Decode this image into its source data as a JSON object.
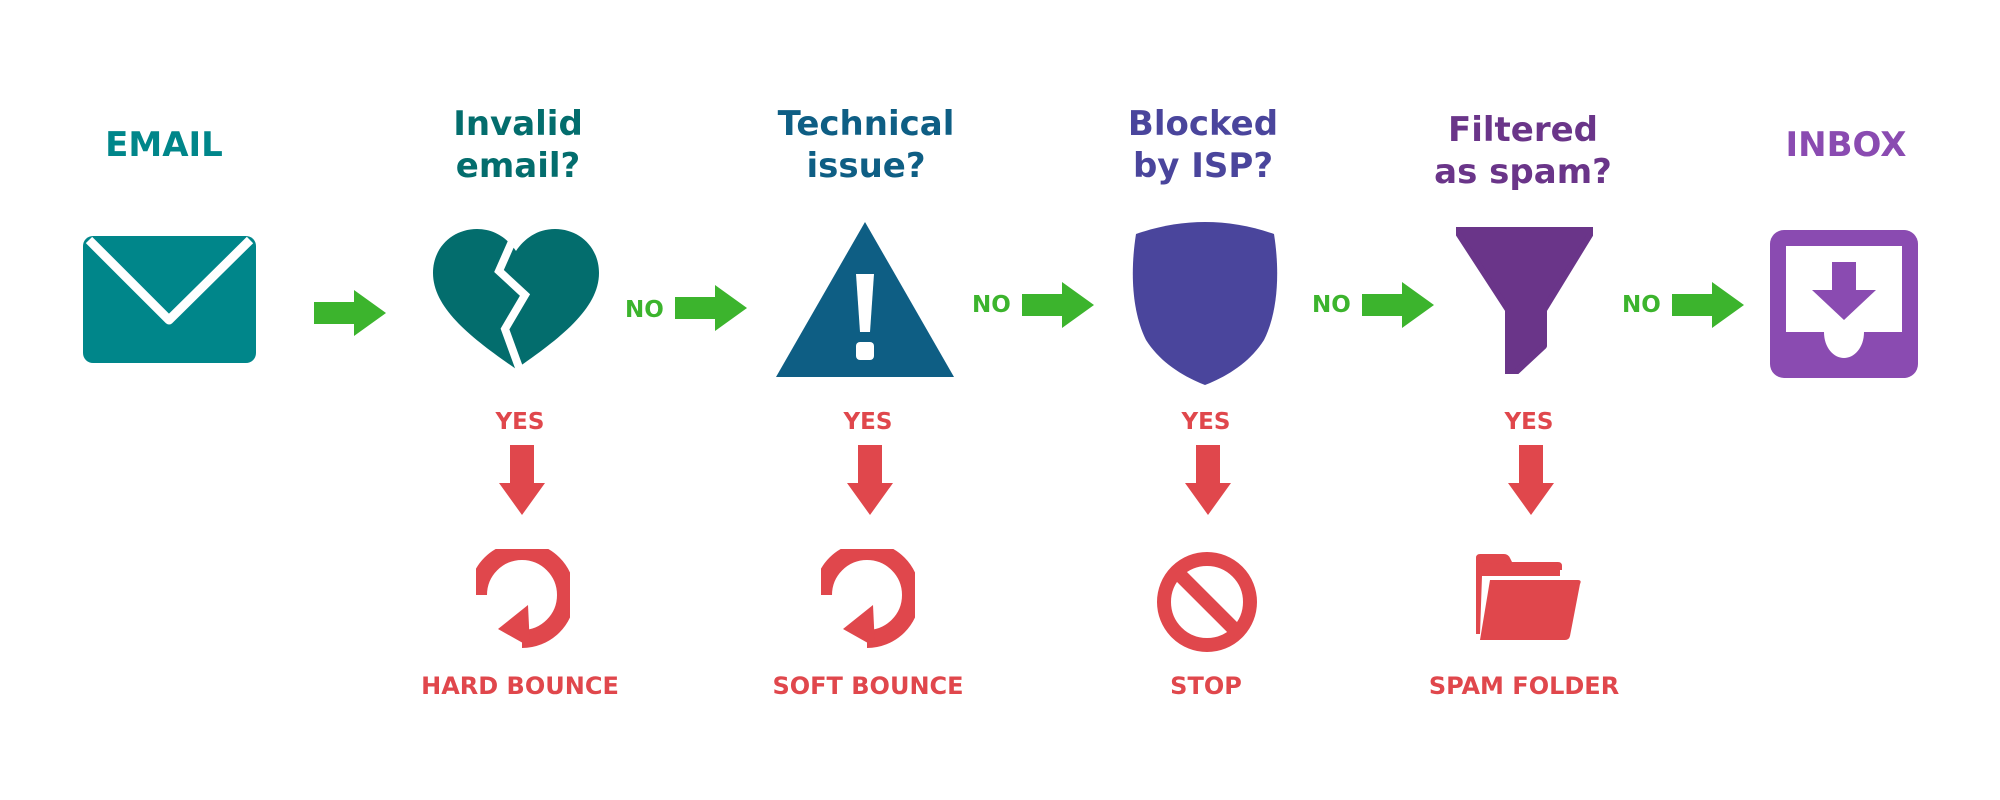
{
  "colors": {
    "email": "#00868a",
    "invalid": "#036d6d",
    "technical": "#0e5e84",
    "blocked": "#4a459c",
    "filtered": "#6a3589",
    "inbox": "#8a4bb1",
    "no": "#3cb42d",
    "yes": "#e0474c"
  },
  "steps": [
    {
      "title": "EMAIL",
      "icon": "envelope-icon"
    },
    {
      "title": "Invalid\nemail?",
      "icon": "broken-heart-icon",
      "decision": "NO",
      "yes": "YES",
      "outcome": "HARD BOUNCE",
      "outcome_icon": "bounce-icon"
    },
    {
      "title": "Technical\nissue?",
      "icon": "warning-icon",
      "decision": "NO",
      "yes": "YES",
      "outcome": "SOFT BOUNCE",
      "outcome_icon": "bounce-icon"
    },
    {
      "title": "Blocked\nby ISP?",
      "icon": "shield-icon",
      "decision": "NO",
      "yes": "YES",
      "outcome": "STOP",
      "outcome_icon": "prohibited-icon"
    },
    {
      "title": "Filtered\nas spam?",
      "icon": "funnel-icon",
      "decision": "NO",
      "yes": "YES",
      "outcome": "SPAM FOLDER",
      "outcome_icon": "folder-icon"
    },
    {
      "title": "INBOX",
      "icon": "inbox-icon"
    }
  ]
}
